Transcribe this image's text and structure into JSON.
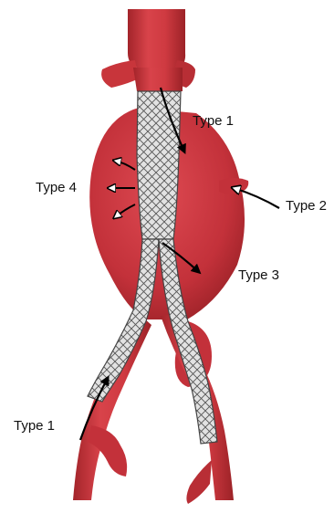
{
  "labels": {
    "type1_top": "Type 1",
    "type4": "Type 4",
    "type2": "Type 2",
    "type3": "Type 3",
    "type1_bottom": "Type 1"
  },
  "colors": {
    "vessel": "#c8353b",
    "vessel_dark": "#a3242a",
    "vessel_light": "#e06068",
    "stent_fill": "#dcdcdc",
    "stent_line": "#555555",
    "arrow": "#000000",
    "arrow_outline": "#ffffff"
  }
}
